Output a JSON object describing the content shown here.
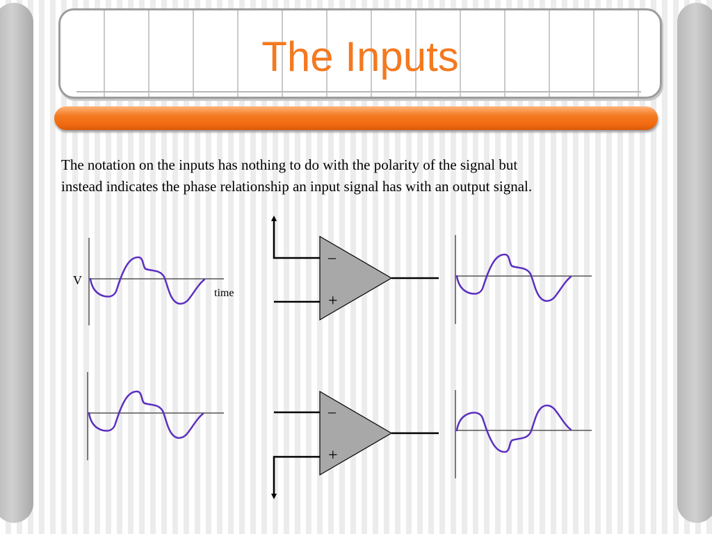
{
  "title": "The Inputs",
  "body": {
    "line1": "The notation on the inputs has nothing to do with the polarity of the signal but",
    "line2": "instead indicates the phase relationship an input signal has with an output signal."
  },
  "diagram": {
    "axis_label_v": "V",
    "axis_label_time": "time",
    "top_amp": {
      "minus_label": "–",
      "plus_label": "+"
    },
    "bottom_amp": {
      "minus_label": "–",
      "plus_label": "+"
    }
  },
  "colors": {
    "title": "#f47920",
    "accent_bar": "#f47920",
    "waveform": "#5b2fc0",
    "amplifier_fill": "#a8a8a8"
  }
}
